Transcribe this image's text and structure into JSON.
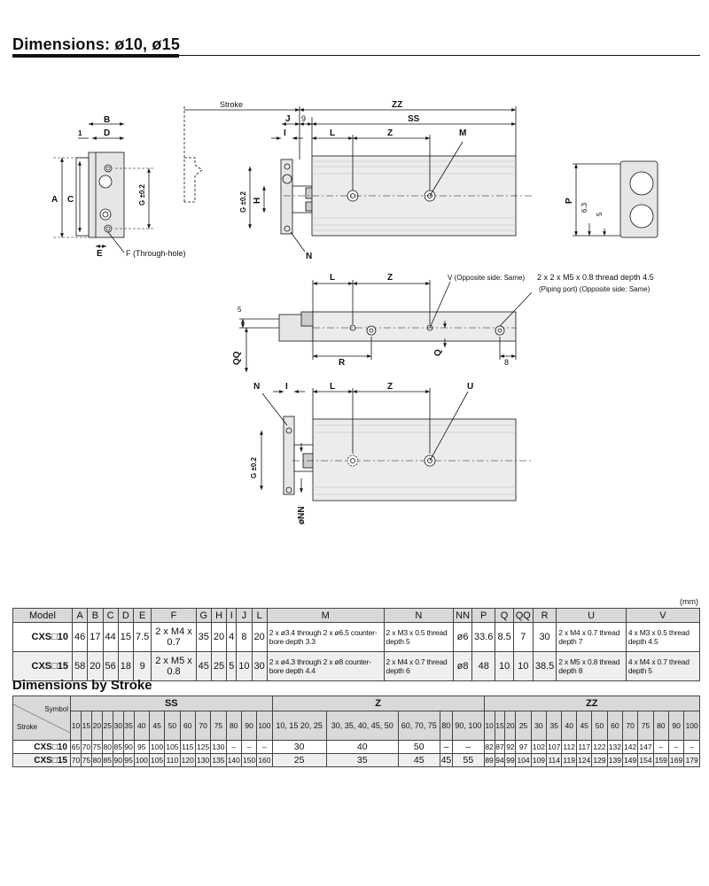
{
  "page": {
    "title": "Dimensions: ø10, ø15",
    "unit_note": "(mm)",
    "stroke_title": "Dimensions by Stroke"
  },
  "drawing": {
    "front": {
      "B": "B",
      "one": "1",
      "D": "D",
      "A": "A",
      "C": "C",
      "G02": "G ±0.2",
      "E": "E",
      "F": "F (Through-hole)"
    },
    "side": {
      "stroke": "Stroke",
      "ZZ": "ZZ",
      "J": "J",
      "nine": "9",
      "SS": "SS",
      "I": "I",
      "L": "L",
      "Z": "Z",
      "M": "M",
      "G02": "G ±0.2",
      "H": "H",
      "N": "N"
    },
    "end": {
      "P": "P",
      "v63": "6.3",
      "v5": "5"
    },
    "top": {
      "L": "L",
      "Z": "Z",
      "V": "V (Opposite side: Same)",
      "thread": "2 x 2 x M5 x 0.8 thread depth 4.5",
      "piping": "(Piping port) (Opposite side: Same)",
      "five": "5",
      "QQ": "QQ",
      "R": "R",
      "Q": "Q",
      "eight": "8"
    },
    "bottom": {
      "N": "N",
      "I": "I",
      "L": "L",
      "Z": "Z",
      "U": "U",
      "G02": "G ±0.2",
      "NN": "øNN"
    }
  },
  "table1": {
    "headers": [
      "Model",
      "A",
      "B",
      "C",
      "D",
      "E",
      "F",
      "G",
      "H",
      "I",
      "J",
      "L",
      "M",
      "N",
      "NN",
      "P",
      "Q",
      "QQ",
      "R",
      "U",
      "V"
    ],
    "rows": [
      [
        "CXS□10",
        "46",
        "17",
        "44",
        "15",
        "7.5",
        "2 x M4 x 0.7",
        "35",
        "20",
        "4",
        "8",
        "20",
        "2 x ø3.4 through 2 x ø6.5 counter-bore depth 3.3",
        "2 x M3 x 0.5 thread depth 5",
        "ø6",
        "33.6",
        "8.5",
        "7",
        "30",
        "2 x M4 x 0.7 thread depth 7",
        "4 x M3 x 0.5 thread depth 4.5"
      ],
      [
        "CXS□15",
        "58",
        "20",
        "56",
        "18",
        "9",
        "2 x M5 x 0.8",
        "45",
        "25",
        "5",
        "10",
        "30",
        "2 x ø4.3 through 2 x ø8 counter-bore depth 4.4",
        "2 x M4 x 0.7 thread depth 6",
        "ø8",
        "48",
        "10",
        "10",
        "38.5",
        "2 x M5 x 0.8 thread depth 8",
        "4 x M4 x 0.7 thread depth 5"
      ]
    ]
  },
  "table2": {
    "symbol_label": "Symbol",
    "stroke_label": "Stroke",
    "groups": [
      "SS",
      "Z",
      "ZZ"
    ],
    "ss_strokes": [
      "10",
      "15",
      "20",
      "25",
      "30",
      "35",
      "40",
      "45",
      "50",
      "60",
      "70",
      "75",
      "80",
      "90",
      "100"
    ],
    "z_strokes": [
      "10, 15 20, 25",
      "30, 35, 40, 45, 50",
      "60, 70, 75",
      "80",
      "90, 100"
    ],
    "zz_strokes": [
      "10",
      "15",
      "20",
      "25",
      "30",
      "35",
      "40",
      "45",
      "50",
      "60",
      "70",
      "75",
      "80",
      "90",
      "100"
    ],
    "rows": [
      {
        "model": "CXS□10",
        "ss": [
          "65",
          "70",
          "75",
          "80",
          "85",
          "90",
          "95",
          "100",
          "105",
          "115",
          "125",
          "130",
          "–",
          "–",
          "–"
        ],
        "z": [
          "30",
          "40",
          "50",
          "–",
          "–"
        ],
        "zz": [
          "82",
          "87",
          "92",
          "97",
          "102",
          "107",
          "112",
          "117",
          "122",
          "132",
          "142",
          "147",
          "–",
          "–",
          "–"
        ]
      },
      {
        "model": "CXS□15",
        "ss": [
          "70",
          "75",
          "80",
          "85",
          "90",
          "95",
          "100",
          "105",
          "110",
          "120",
          "130",
          "135",
          "140",
          "150",
          "160"
        ],
        "z": [
          "25",
          "35",
          "45",
          "45",
          "55"
        ],
        "zz": [
          "89",
          "94",
          "99",
          "104",
          "109",
          "114",
          "119",
          "124",
          "129",
          "139",
          "149",
          "154",
          "159",
          "169",
          "179"
        ]
      }
    ]
  }
}
